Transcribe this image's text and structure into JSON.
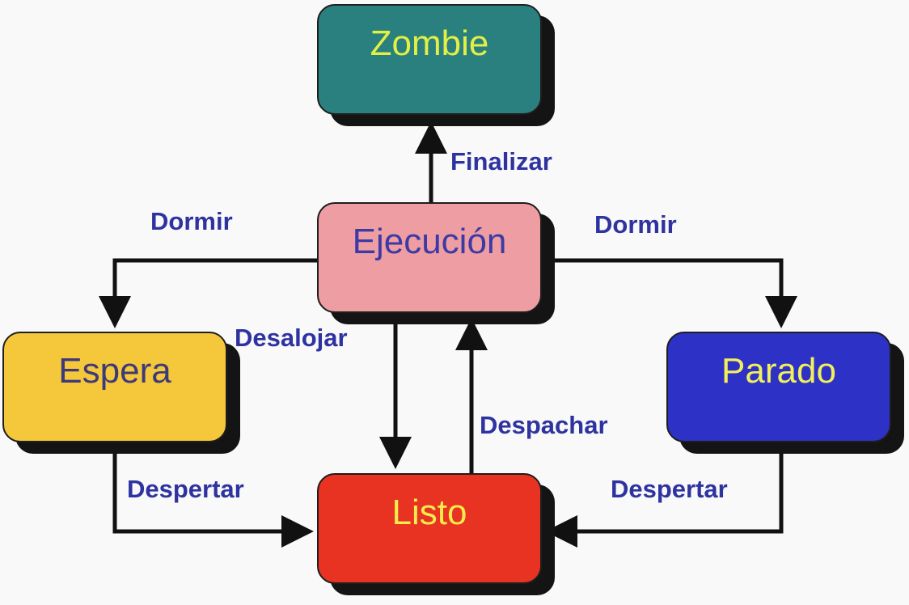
{
  "states": {
    "zombie": "Zombie",
    "ejecucion": "Ejecución",
    "espera": "Espera",
    "parado": "Parado",
    "listo": "Listo"
  },
  "transitions": {
    "finalizar": "Finalizar",
    "dormir_left": "Dormir",
    "dormir_right": "Dormir",
    "desalojar": "Desalojar",
    "despachar": "Despachar",
    "despertar_left": "Despertar",
    "despertar_right": "Despertar"
  },
  "colors": {
    "zombie": "#2a807e",
    "ejecucion": "#ee9ea2",
    "espera": "#f4c83a",
    "parado": "#2d31c6",
    "listo": "#e83222",
    "label": "#2e33a0",
    "arrow": "#111111"
  }
}
